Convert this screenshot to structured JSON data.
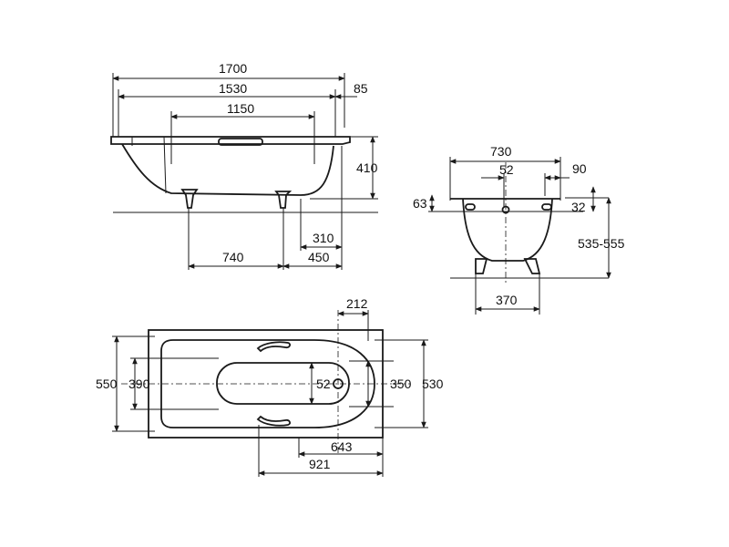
{
  "side_view": {
    "overall_length": "1700",
    "rim_length": "1530",
    "rim_overhang": "85",
    "handle_span": "1150",
    "depth": "410",
    "leg_offset": "310",
    "leg_spacing": "740",
    "leg_to_end": "450"
  },
  "end_view": {
    "overall_width": "730",
    "drain_offset": "52",
    "rim_overhang": "90",
    "rim_height": "63",
    "rim_thickness": "32",
    "height_range": "535-555",
    "leg_spacing": "370"
  },
  "top_view": {
    "drain_offset": "212",
    "outer_width": "550",
    "inner_width_left": "390",
    "drain_diameter": "52",
    "inner_width_right": "350",
    "overall_width": "530",
    "drain_to_end": "643",
    "handle_to_end": "921"
  },
  "colors": {
    "line": "#1a1a1a",
    "background": "#ffffff"
  }
}
